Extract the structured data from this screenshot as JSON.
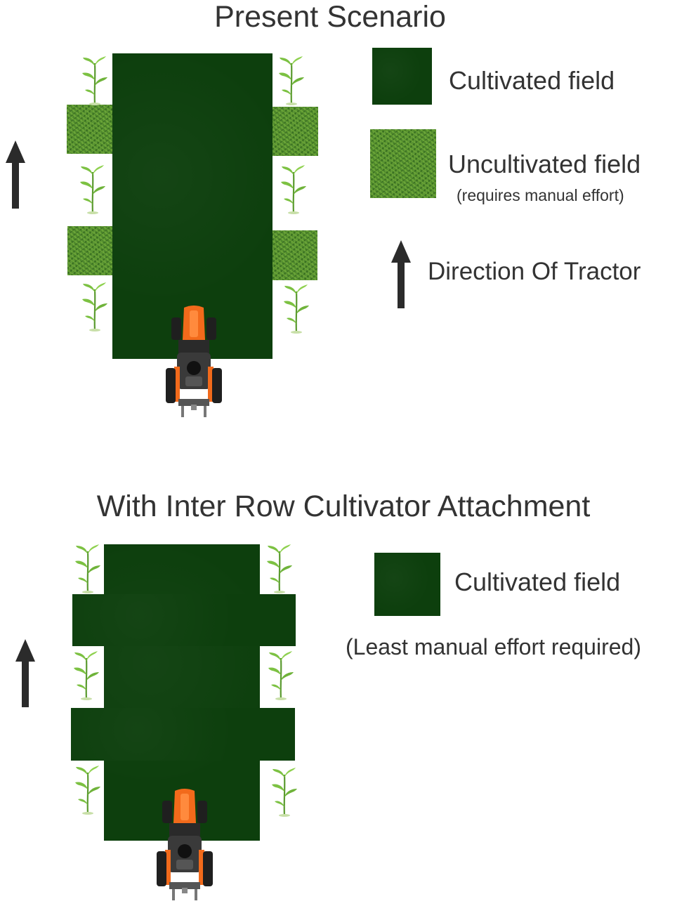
{
  "top": {
    "title": "Present Scenario",
    "legend": {
      "cultivated_label": "Cultivated field",
      "uncultivated_label": "Uncultivated field",
      "uncultivated_note": "(requires manual effort)",
      "direction_label": "Direction Of Tractor"
    }
  },
  "bottom": {
    "title": "With Inter Row Cultivator Attachment",
    "legend": {
      "cultivated_label": "Cultivated field",
      "note": "(Least manual effort required)"
    }
  },
  "colors": {
    "cultivated": "#0d3f0d",
    "uncultivated": "#4f8a2c",
    "arrow": "#2b2b2b",
    "tractor_body": "#f26a1b",
    "plant": "#7cc142"
  },
  "icons": [
    "plant-icon",
    "tractor-icon",
    "up-arrow-icon"
  ]
}
